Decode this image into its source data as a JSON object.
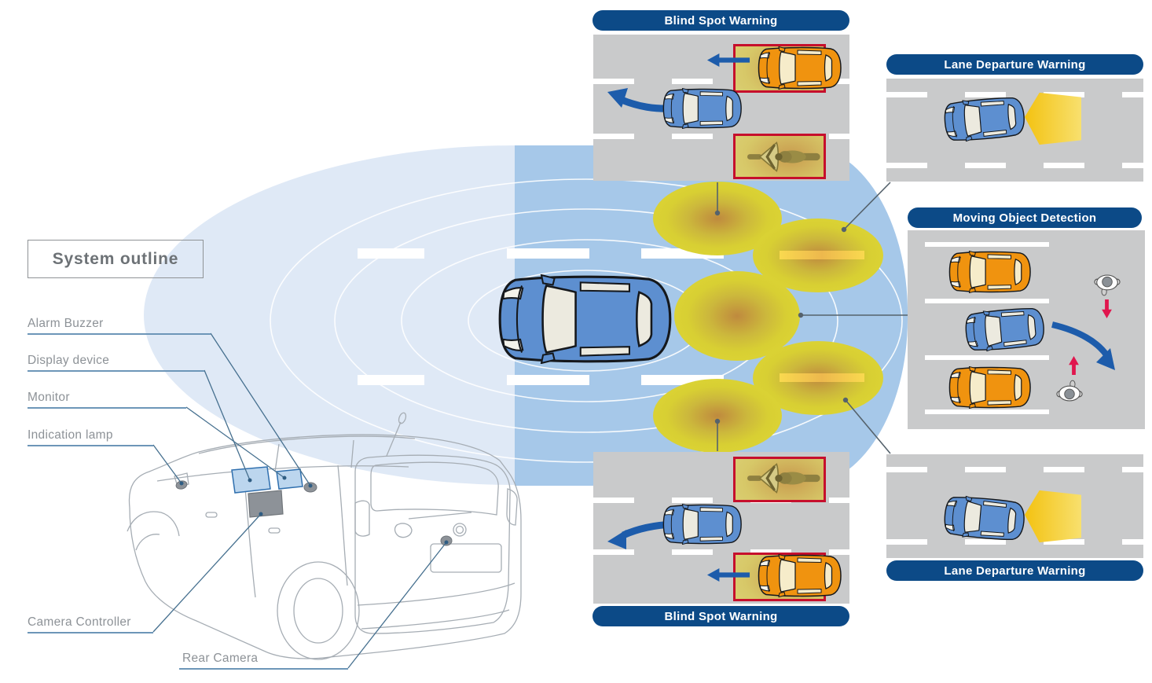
{
  "title": {
    "label": "System outline"
  },
  "vehicle_components": [
    {
      "label": "Alarm Buzzer"
    },
    {
      "label": "Display device"
    },
    {
      "label": "Monitor"
    },
    {
      "label": "Indication lamp"
    },
    {
      "label": "Camera Controller"
    },
    {
      "label": "Rear Camera"
    }
  ],
  "feature_panels": [
    {
      "id": "blind-spot-warning-top",
      "title": "Blind Spot Warning"
    },
    {
      "id": "lane-departure-warning-top",
      "title": "Lane Departure Warning"
    },
    {
      "id": "moving-object-detection",
      "title": "Moving Object Detection"
    },
    {
      "id": "blind-spot-warning-bottom",
      "title": "Blind Spot Warning"
    },
    {
      "id": "lane-departure-warning-bottom",
      "title": "Lane Departure Warning"
    }
  ],
  "colors": {
    "header_navy": "#0c4a87",
    "road_gray": "#c9cacb",
    "sensing_range_light_blue": "#dfe9f6",
    "sensing_range_mid_blue": "#a6c8e9",
    "alert_box_red": "#c60f2c",
    "ego_car_blue": "#5d8fd0",
    "target_car_orange": "#f0930f",
    "detection_zone_yellow": "#dcd434",
    "arrow_blue": "#1d5cab",
    "pedestrian_warning_red": "#e0164e"
  }
}
